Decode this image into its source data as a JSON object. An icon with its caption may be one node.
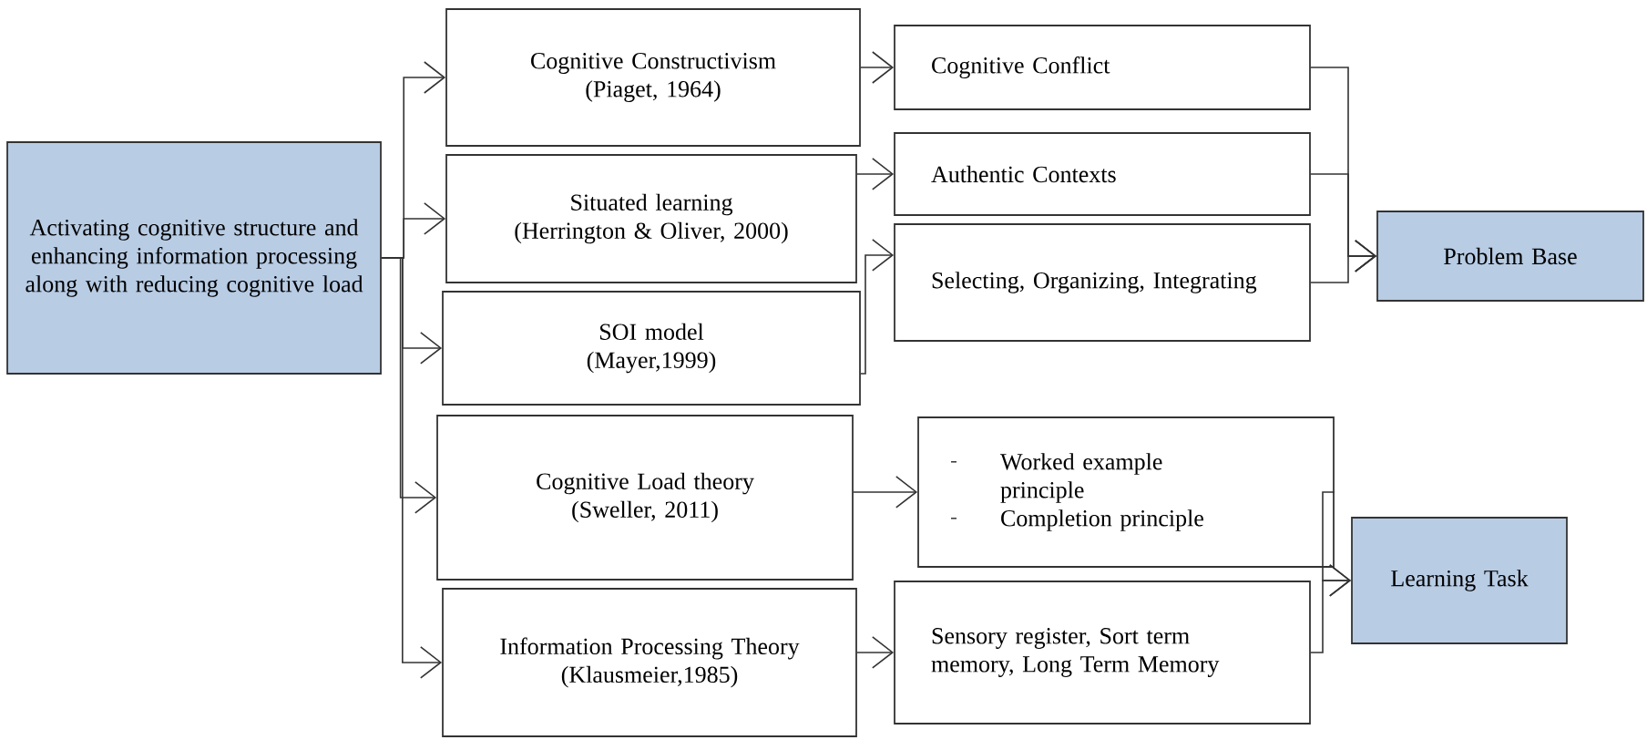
{
  "diagram": {
    "nodes": [
      {
        "text": [
          "Activating cognitive structure and enhancing information processing along with reducing cognitive load"
        ]
      },
      {
        "text": [
          "Cognitive Constructivism",
          "(Piaget, 1964)"
        ]
      },
      {
        "text": [
          "Situated learning",
          "(Herrington & Oliver, 2000)"
        ]
      },
      {
        "text": [
          "SOI model",
          "(Mayer,1999)"
        ]
      },
      {
        "text": [
          "Cognitive Load theory",
          "(Sweller, 2011)"
        ]
      },
      {
        "text": [
          "Information Processing Theory",
          "(Klausmeier,1985)"
        ]
      },
      {
        "text": [
          "Cognitive Conflict"
        ]
      },
      {
        "text": [
          "Authentic Contexts"
        ]
      },
      {
        "text": [
          "Selecting, Organizing, Integrating"
        ]
      },
      {
        "text": [
          "Problem Base"
        ]
      },
      {
        "text": [
          "Worked example principle",
          "Completion principle"
        ]
      },
      {
        "text": [
          "Sensory register, Sort term memory, Long Term Memory"
        ]
      },
      {
        "text": [
          "Learning Task"
        ]
      }
    ],
    "edges": [
      {
        "from": 0,
        "to": 1,
        "arrow": "to"
      },
      {
        "from": 0,
        "to": 2,
        "arrow": "to"
      },
      {
        "from": 0,
        "to": 3,
        "arrow": "to"
      },
      {
        "from": 0,
        "to": 4,
        "arrow": "to"
      },
      {
        "from": 0,
        "to": 5,
        "arrow": "to"
      },
      {
        "from": 1,
        "to": 6,
        "arrow": "to"
      },
      {
        "from": 2,
        "to": 7,
        "arrow": "to"
      },
      {
        "from": 3,
        "to": 8,
        "arrow": "to"
      },
      {
        "from": 4,
        "to": 10,
        "arrow": "to"
      },
      {
        "from": 5,
        "to": 11,
        "arrow": "to"
      },
      {
        "from": 6,
        "to": 9,
        "arrow": "to"
      },
      {
        "from": 7,
        "to": 9,
        "arrow": "to"
      },
      {
        "from": 8,
        "to": 9,
        "arrow": "to"
      },
      {
        "from": 10,
        "to": 12,
        "arrow": "to"
      },
      {
        "from": 11,
        "to": 12,
        "arrow": "to"
      }
    ]
  }
}
